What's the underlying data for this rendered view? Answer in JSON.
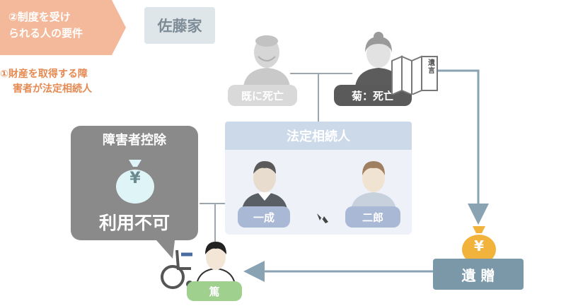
{
  "tag": {
    "line1": "②制度を受け",
    "line2": "られる人の要件"
  },
  "requirement": {
    "line1": "①財産を取得する障",
    "line2": "害者が法定相続人"
  },
  "family_label": "佐藤家",
  "people": {
    "grandfather": "既に死亡",
    "grandmother": "菊：死亡",
    "son1": "一成",
    "son2": "二郎",
    "grandchild": "篤"
  },
  "will_label": "遺言",
  "heirs_title": "法定相続人",
  "deduction": {
    "title": "障害者控除",
    "status": "利用不可",
    "yen": "¥"
  },
  "bequest": {
    "label": "遺 贈",
    "yen": "¥"
  },
  "colors": {
    "tag": "#f4b99a",
    "accent": "#e58a52",
    "line": "#8aa3b3",
    "heirs_header": "#ccd9e9",
    "bequest": "#7b98a8"
  }
}
